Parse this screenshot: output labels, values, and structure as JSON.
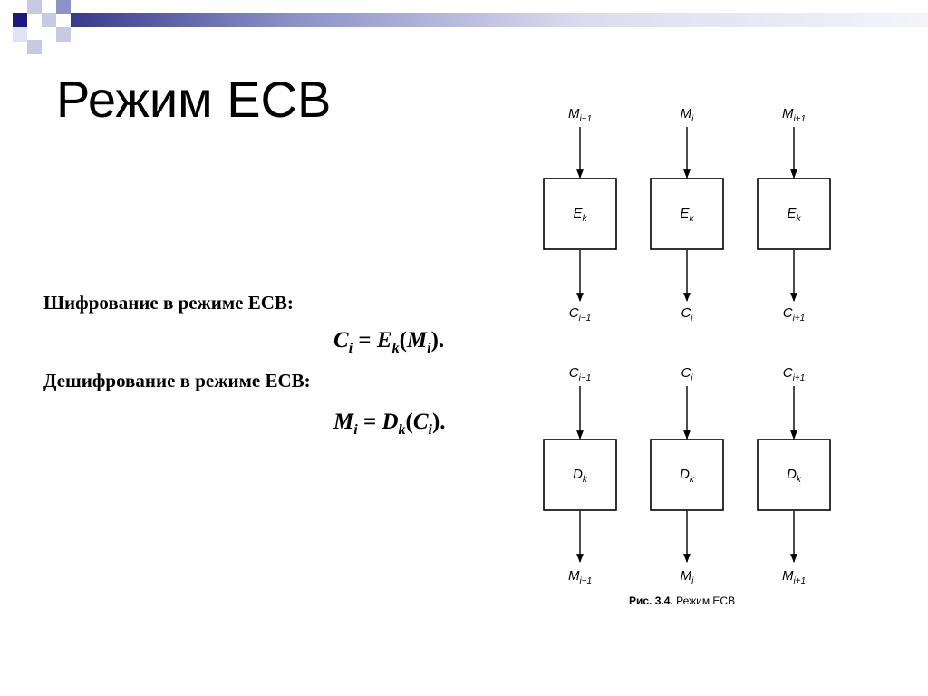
{
  "slide": {
    "title": "Режим ECB"
  },
  "formulas": {
    "encryption_heading": "Шифрование в режиме ECB:",
    "encryption_eq": {
      "lhs": "C",
      "lhs_sub": "i",
      "op": "E",
      "op_sub": "k",
      "arg": "M",
      "arg_sub": "i"
    },
    "decryption_heading": "Дешифрование в режиме ECB:",
    "decryption_eq": {
      "lhs": "M",
      "lhs_sub": "i",
      "op": "D",
      "op_sub": "k",
      "arg": "C",
      "arg_sub": "i"
    }
  },
  "diagram": {
    "top_inputs": [
      {
        "base": "M",
        "sub": "i−1"
      },
      {
        "base": "M",
        "sub": "i"
      },
      {
        "base": "M",
        "sub": "i+1"
      }
    ],
    "encrypt_blocks": [
      {
        "base": "E",
        "sub": "k"
      },
      {
        "base": "E",
        "sub": "k"
      },
      {
        "base": "E",
        "sub": "k"
      }
    ],
    "top_outputs": [
      {
        "base": "C",
        "sub": "i−1"
      },
      {
        "base": "C",
        "sub": "i"
      },
      {
        "base": "C",
        "sub": "i+1"
      }
    ],
    "bottom_inputs": [
      {
        "base": "C",
        "sub": "i−1"
      },
      {
        "base": "C",
        "sub": "i"
      },
      {
        "base": "C",
        "sub": "i+1"
      }
    ],
    "decrypt_blocks": [
      {
        "base": "D",
        "sub": "k"
      },
      {
        "base": "D",
        "sub": "k"
      },
      {
        "base": "D",
        "sub": "k"
      }
    ],
    "bottom_outputs": [
      {
        "base": "M",
        "sub": "i−1"
      },
      {
        "base": "M",
        "sub": "i"
      },
      {
        "base": "M",
        "sub": "i+1"
      }
    ],
    "caption_num": "Рис. 3.4.",
    "caption_text": "Режим ECB"
  },
  "colors": {
    "deco_dark": "#1a1a7a",
    "deco_mid": "#8e92c8",
    "deco_light": "#c8cae4"
  }
}
